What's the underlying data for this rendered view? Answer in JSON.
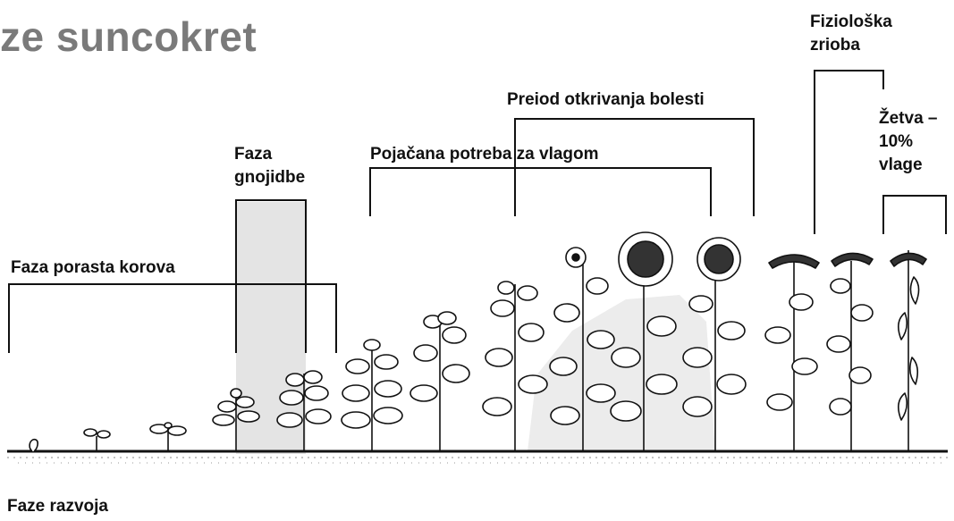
{
  "title": "ze suncokret",
  "brackets": {
    "weeds": "Faza porasta korova",
    "fertilization": [
      "Faza",
      "gnojidbe"
    ],
    "moisture": "Pojačana potreba za vlagom",
    "disease": "Preiod otkrivanja bolesti",
    "maturity": [
      "Fiziološka",
      "zrioba"
    ],
    "harvest": [
      "Žetva –",
      "10%",
      "vlage"
    ]
  },
  "footer": "Faze razvoja",
  "colors": {
    "shade": "#e4e4e4",
    "ink": "#111111",
    "title": "#7a7a7a"
  }
}
